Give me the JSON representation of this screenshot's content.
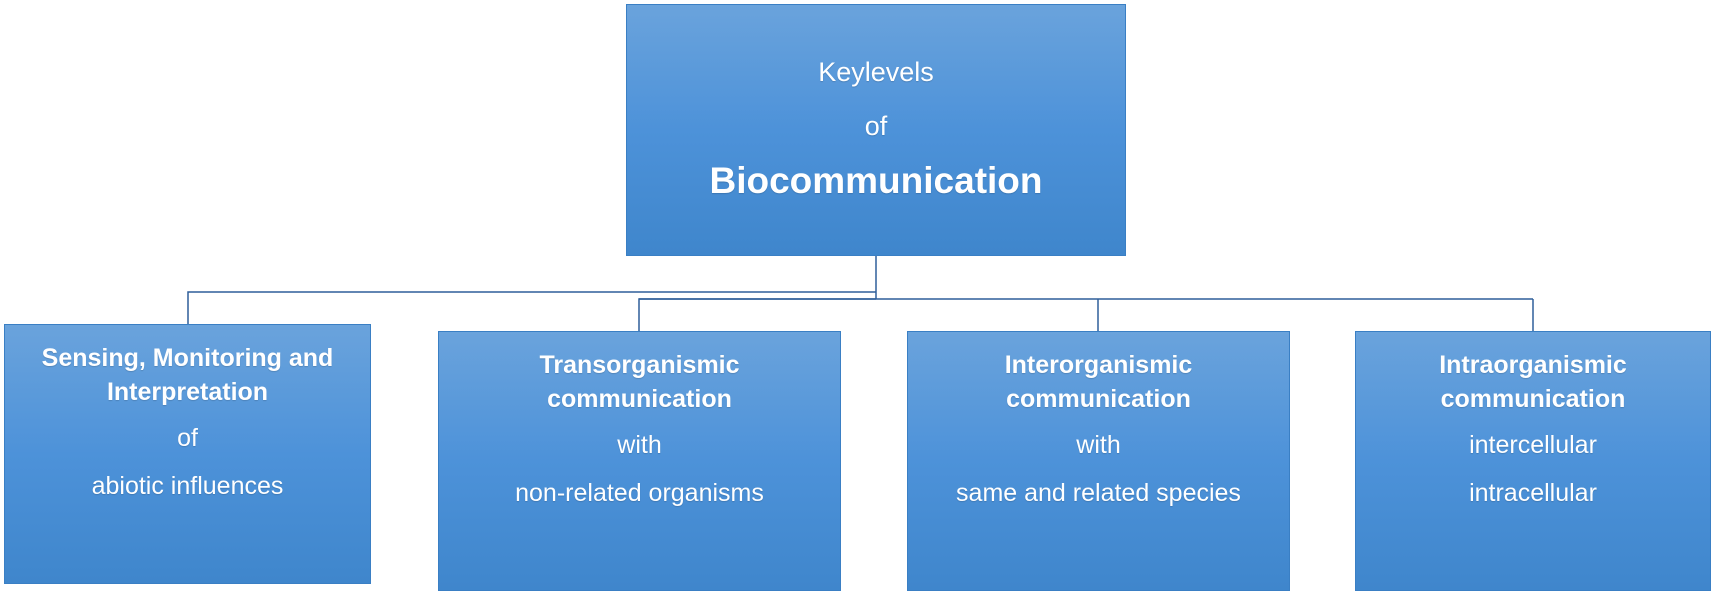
{
  "root": {
    "line1": "Keylevels",
    "line2": "of",
    "line3": "Biocommunication"
  },
  "children": [
    {
      "title_line1": "Sensing, Monitoring and",
      "title_line2": "Interpretation",
      "sub_line1": "of",
      "sub_line2": "abiotic influences"
    },
    {
      "title_line1": "Transorganismic",
      "title_line2": "communication",
      "sub_line1": "with",
      "sub_line2": "non-related organisms"
    },
    {
      "title_line1": "Interorganismic",
      "title_line2": "communication",
      "sub_line1": "with",
      "sub_line2": "same and related species"
    },
    {
      "title_line1": "Intraorganismic",
      "title_line2": "communication",
      "sub_line1": "intercellular",
      "sub_line2": "intracellular"
    }
  ],
  "colors": {
    "box_fill": "#4d92d9",
    "box_border": "#3a7fc4",
    "connector": "#2f5f9a",
    "text": "#ffffff"
  }
}
